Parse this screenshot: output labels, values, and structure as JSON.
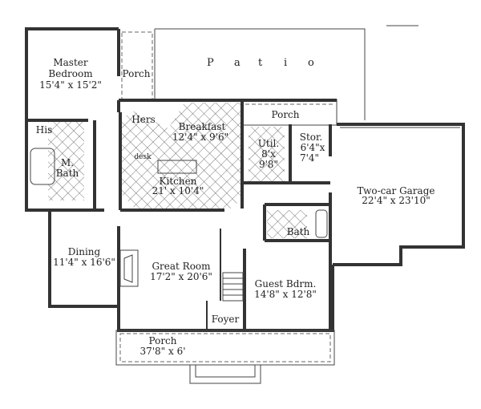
{
  "rooms": {
    "master_bedroom": {
      "name": "Master\nBedroom",
      "line1": "Master",
      "line2": "Bedroom",
      "size": "15'4\" x 15'2\""
    },
    "porch_rear_left": {
      "name": "Porch"
    },
    "patio": {
      "letters": [
        "P",
        "a",
        "t",
        "i",
        "o"
      ]
    },
    "hers": {
      "name": "Hers"
    },
    "his": {
      "name": "His"
    },
    "master_bath": {
      "line1": "M.",
      "line2": "Bath"
    },
    "breakfast": {
      "name": "Breakfast",
      "size": "12'4\" x 9'6\""
    },
    "kitchen": {
      "name": "Kitchen",
      "size": "21' x 10'4\"",
      "desk": "desk"
    },
    "porch_rear_right": {
      "name": "Porch"
    },
    "utility": {
      "name": "Util.",
      "size_w": "8'x",
      "size_h": "9'8\""
    },
    "storage": {
      "name": "Stor.",
      "size_w": "6'4\"x",
      "size_h": "7'4\""
    },
    "garage": {
      "name": "Two-car Garage",
      "size": "22'4\" x 23'10\""
    },
    "bath": {
      "name": "Bath"
    },
    "dining": {
      "name": "Dining",
      "size": "11'4\" x 16'6\""
    },
    "great_room": {
      "name": "Great Room",
      "size": "17'2\" x 20'6\""
    },
    "guest_bedroom": {
      "name": "Guest Bdrm.",
      "size": "14'8\" x 12'8\""
    },
    "foyer": {
      "name": "Foyer"
    },
    "porch_front": {
      "name": "Porch",
      "size": "37'8\" x 6'"
    }
  }
}
